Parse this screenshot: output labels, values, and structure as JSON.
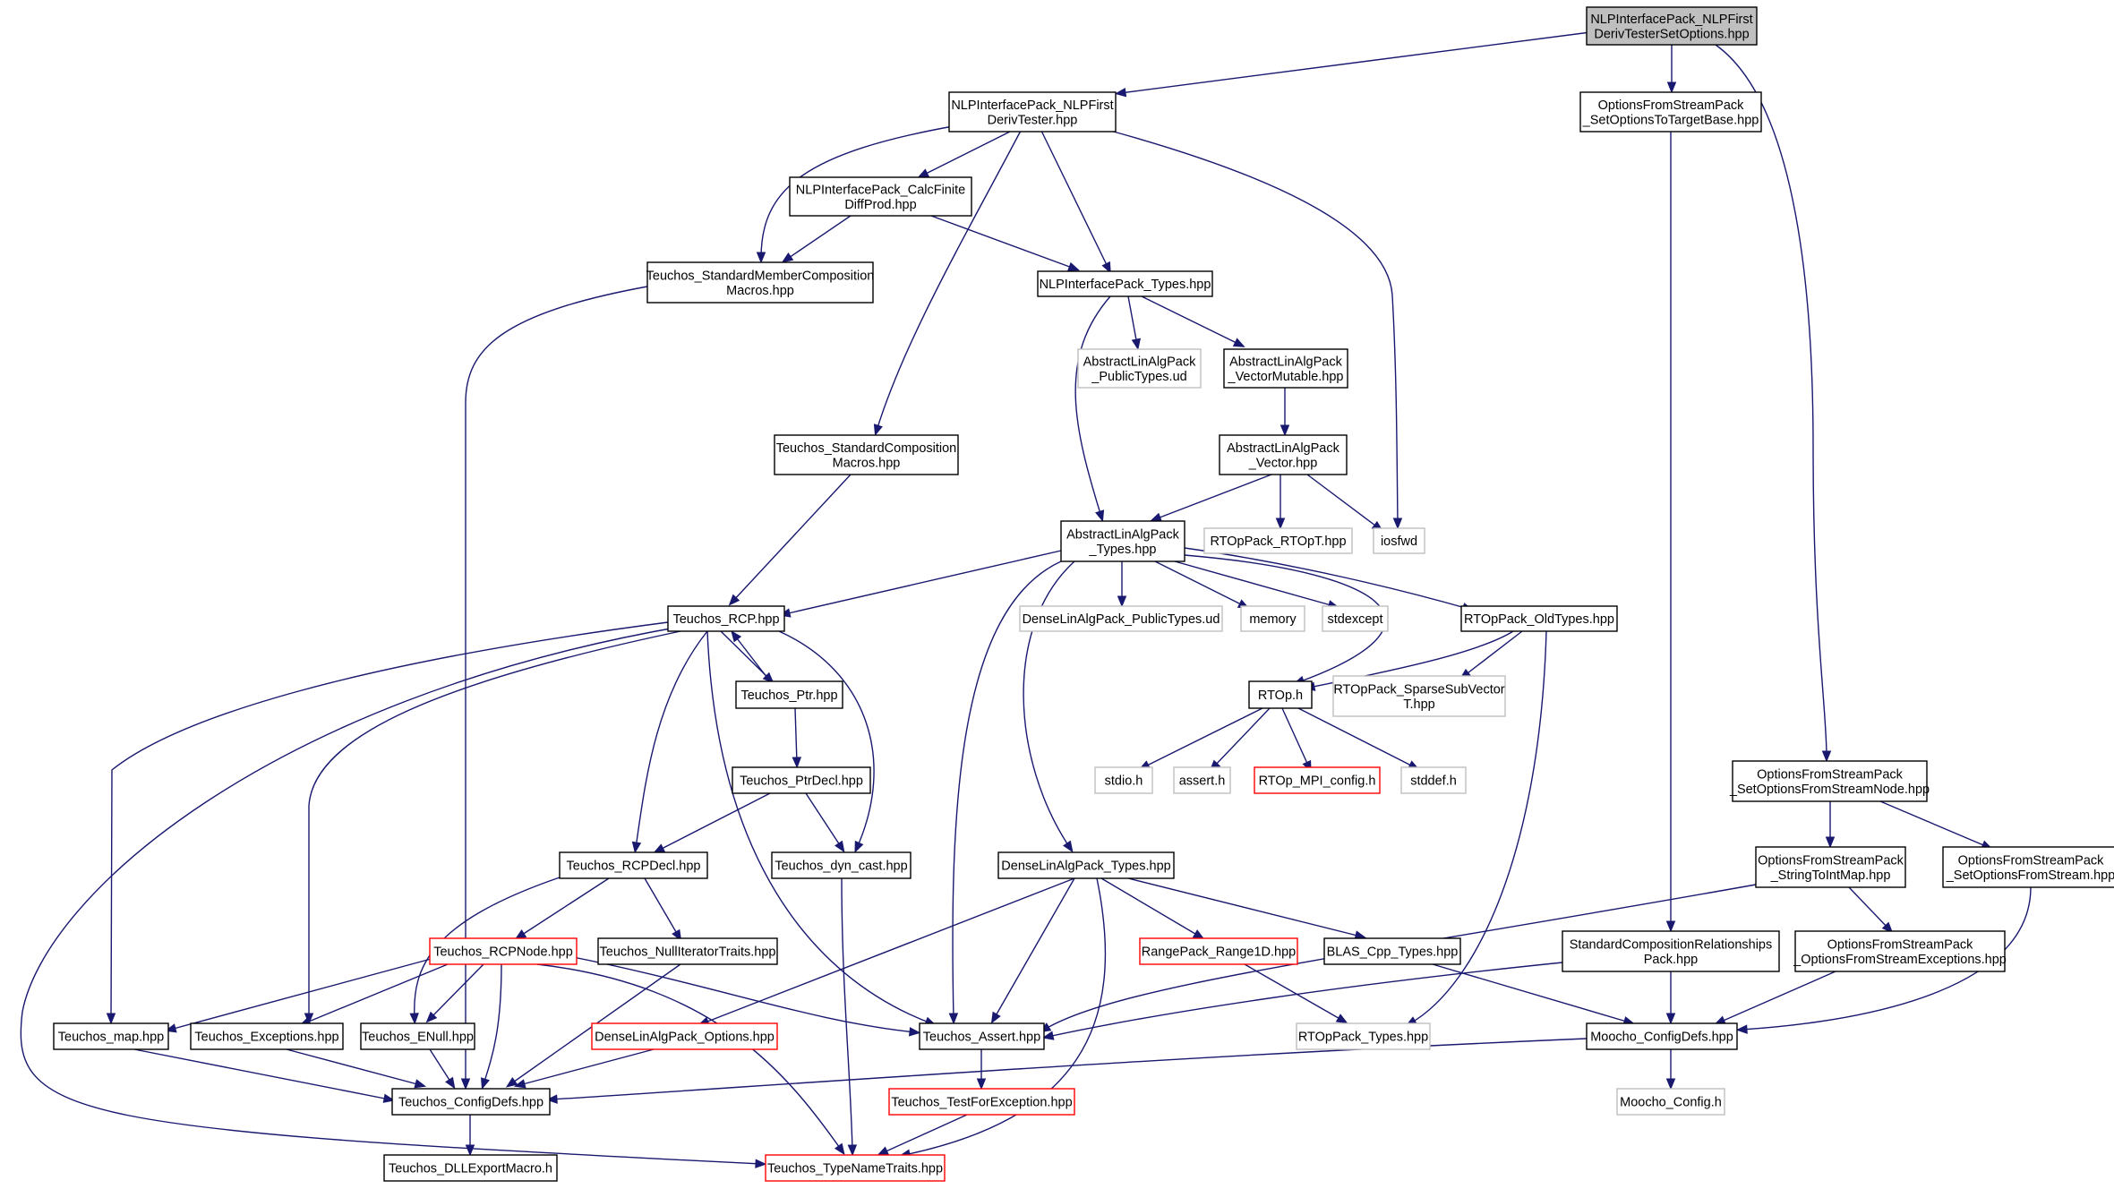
{
  "colors": {
    "edge": "#191970",
    "node_border": "#000000",
    "node_border_missing": "#bfbfbf",
    "node_border_truncated": "#ff0000",
    "root_fill": "#bfbfbf",
    "background": "#ffffff"
  },
  "nodes": [
    {
      "id": "root",
      "kind": "root",
      "lines": [
        "NLPInterfacePack_NLPFirst",
        "DerivTesterSetOptions.hpp"
      ]
    },
    {
      "id": "nlptester",
      "kind": "normal",
      "lines": [
        "NLPInterfacePack_NLPFirst",
        "DerivTester.hpp"
      ]
    },
    {
      "id": "setopttarget",
      "kind": "normal",
      "lines": [
        "OptionsFromStreamPack",
        "_SetOptionsToTargetBase.hpp"
      ]
    },
    {
      "id": "calcfinite",
      "kind": "normal",
      "lines": [
        "NLPInterfacePack_CalcFinite",
        "DiffProd.hpp"
      ]
    },
    {
      "id": "stdmember",
      "kind": "normal",
      "lines": [
        "Teuchos_StandardMemberComposition",
        "Macros.hpp"
      ]
    },
    {
      "id": "nlptypes",
      "kind": "normal",
      "lines": [
        "NLPInterfacePack_Types.hpp"
      ]
    },
    {
      "id": "alapublic",
      "kind": "missing",
      "lines": [
        "AbstractLinAlgPack",
        "_PublicTypes.ud"
      ]
    },
    {
      "id": "alavecmut",
      "kind": "normal",
      "lines": [
        "AbstractLinAlgPack",
        "_VectorMutable.hpp"
      ]
    },
    {
      "id": "stdcomp",
      "kind": "normal",
      "lines": [
        "Teuchos_StandardComposition",
        "Macros.hpp"
      ]
    },
    {
      "id": "alavector",
      "kind": "normal",
      "lines": [
        "AbstractLinAlgPack",
        "_Vector.hpp"
      ]
    },
    {
      "id": "alatypes",
      "kind": "normal",
      "lines": [
        "AbstractLinAlgPack",
        "_Types.hpp"
      ]
    },
    {
      "id": "rtoptt",
      "kind": "missing",
      "lines": [
        "RTOpPack_RTOpT.hpp"
      ]
    },
    {
      "id": "iosfwd",
      "kind": "missing",
      "lines": [
        "iosfwd"
      ]
    },
    {
      "id": "rcp",
      "kind": "normal",
      "lines": [
        "Teuchos_RCP.hpp"
      ]
    },
    {
      "id": "dlapublic",
      "kind": "missing",
      "lines": [
        "DenseLinAlgPack_PublicTypes.ud"
      ]
    },
    {
      "id": "memory",
      "kind": "missing",
      "lines": [
        "memory"
      ]
    },
    {
      "id": "stdexcept",
      "kind": "missing",
      "lines": [
        "stdexcept"
      ]
    },
    {
      "id": "oldtypes",
      "kind": "normal",
      "lines": [
        "RTOpPack_OldTypes.hpp"
      ]
    },
    {
      "id": "ptr",
      "kind": "normal",
      "lines": [
        "Teuchos_Ptr.hpp"
      ]
    },
    {
      "id": "rtoph",
      "kind": "normal",
      "lines": [
        "RTOp.h"
      ]
    },
    {
      "id": "sparsesub",
      "kind": "missing",
      "lines": [
        "RTOpPack_SparseSubVector",
        "T.hpp"
      ]
    },
    {
      "id": "setoptnode",
      "kind": "normal",
      "lines": [
        "OptionsFromStreamPack",
        "_SetOptionsFromStreamNode.hpp"
      ]
    },
    {
      "id": "stdio",
      "kind": "missing",
      "lines": [
        "stdio.h"
      ]
    },
    {
      "id": "assert",
      "kind": "missing",
      "lines": [
        "assert.h"
      ]
    },
    {
      "id": "mpiconfig",
      "kind": "truncated",
      "lines": [
        "RTOp_MPI_config.h"
      ]
    },
    {
      "id": "stddef",
      "kind": "missing",
      "lines": [
        "stddef.h"
      ]
    },
    {
      "id": "ptrdecl",
      "kind": "normal",
      "lines": [
        "Teuchos_PtrDecl.hpp"
      ]
    },
    {
      "id": "rcpdecl",
      "kind": "normal",
      "lines": [
        "Teuchos_RCPDecl.hpp"
      ]
    },
    {
      "id": "dyncast",
      "kind": "normal",
      "lines": [
        "Teuchos_dyn_cast.hpp"
      ]
    },
    {
      "id": "dlatypes",
      "kind": "normal",
      "lines": [
        "DenseLinAlgPack_Types.hpp"
      ]
    },
    {
      "id": "strtoint",
      "kind": "normal",
      "lines": [
        "OptionsFromStreamPack",
        "_StringToIntMap.hpp"
      ]
    },
    {
      "id": "setoptstream",
      "kind": "normal",
      "lines": [
        "OptionsFromStreamPack",
        "_SetOptionsFromStream.hpp"
      ]
    },
    {
      "id": "rcpnode",
      "kind": "truncated",
      "lines": [
        "Teuchos_RCPNode.hpp"
      ]
    },
    {
      "id": "nulliter",
      "kind": "normal",
      "lines": [
        "Teuchos_NullIteratorTraits.hpp"
      ]
    },
    {
      "id": "range1d",
      "kind": "truncated",
      "lines": [
        "RangePack_Range1D.hpp"
      ]
    },
    {
      "id": "blascpp",
      "kind": "normal",
      "lines": [
        "BLAS_Cpp_Types.hpp"
      ]
    },
    {
      "id": "stdcomprel",
      "kind": "normal",
      "lines": [
        "StandardCompositionRelationships",
        "Pack.hpp"
      ]
    },
    {
      "id": "optexceptions",
      "kind": "normal",
      "lines": [
        "OptionsFromStreamPack",
        "_OptionsFromStreamExceptions.hpp"
      ]
    },
    {
      "id": "map",
      "kind": "normal",
      "lines": [
        "Teuchos_map.hpp"
      ]
    },
    {
      "id": "exceptions",
      "kind": "normal",
      "lines": [
        "Teuchos_Exceptions.hpp"
      ]
    },
    {
      "id": "enull",
      "kind": "normal",
      "lines": [
        "Teuchos_ENull.hpp"
      ]
    },
    {
      "id": "dlaoptions",
      "kind": "truncated",
      "lines": [
        "DenseLinAlgPack_Options.hpp"
      ]
    },
    {
      "id": "tassert",
      "kind": "normal",
      "lines": [
        "Teuchos_Assert.hpp"
      ]
    },
    {
      "id": "rtoptypes",
      "kind": "missing",
      "lines": [
        "RTOpPack_Types.hpp"
      ]
    },
    {
      "id": "moochoconfigdefs",
      "kind": "normal",
      "lines": [
        "Moocho_ConfigDefs.hpp"
      ]
    },
    {
      "id": "configdefs",
      "kind": "normal",
      "lines": [
        "Teuchos_ConfigDefs.hpp"
      ]
    },
    {
      "id": "testforexc",
      "kind": "truncated",
      "lines": [
        "Teuchos_TestForException.hpp"
      ]
    },
    {
      "id": "moochoconfig",
      "kind": "missing",
      "lines": [
        "Moocho_Config.h"
      ]
    },
    {
      "id": "dllexport",
      "kind": "normal",
      "lines": [
        "Teuchos_DLLExportMacro.h"
      ]
    },
    {
      "id": "typename",
      "kind": "truncated",
      "lines": [
        "Teuchos_TypeNameTraits.hpp"
      ]
    }
  ],
  "edges": [
    [
      "root",
      "nlptester"
    ],
    [
      "root",
      "setopttarget"
    ],
    [
      "root",
      "setoptnode"
    ],
    [
      "nlptester",
      "calcfinite"
    ],
    [
      "nlptester",
      "stdmember"
    ],
    [
      "nlptester",
      "nlptypes"
    ],
    [
      "nlptester",
      "stdcomp"
    ],
    [
      "nlptester",
      "iosfwd"
    ],
    [
      "setopttarget",
      "stdcomprel"
    ],
    [
      "calcfinite",
      "stdmember"
    ],
    [
      "calcfinite",
      "nlptypes"
    ],
    [
      "stdmember",
      "configdefs"
    ],
    [
      "nlptypes",
      "alapublic"
    ],
    [
      "nlptypes",
      "alavecmut"
    ],
    [
      "nlptypes",
      "alatypes"
    ],
    [
      "alavecmut",
      "alavector"
    ],
    [
      "stdcomp",
      "rcp"
    ],
    [
      "alavector",
      "alatypes"
    ],
    [
      "alavector",
      "rtoptt"
    ],
    [
      "alavector",
      "iosfwd"
    ],
    [
      "alatypes",
      "rcp"
    ],
    [
      "alatypes",
      "dlapublic"
    ],
    [
      "alatypes",
      "memory"
    ],
    [
      "alatypes",
      "stdexcept"
    ],
    [
      "alatypes",
      "oldtypes"
    ],
    [
      "alatypes",
      "rtoph"
    ],
    [
      "alatypes",
      "dlatypes"
    ],
    [
      "alatypes",
      "tassert"
    ],
    [
      "rcp",
      "ptr"
    ],
    [
      "rcp",
      "dyncast"
    ],
    [
      "rcp",
      "rcpdecl"
    ],
    [
      "rcp",
      "map"
    ],
    [
      "rcp",
      "exceptions"
    ],
    [
      "rcp",
      "tassert"
    ],
    [
      "rcp",
      "typename"
    ],
    [
      "ptr",
      "rcp"
    ],
    [
      "ptr",
      "ptrdecl"
    ],
    [
      "ptrdecl",
      "rcpdecl"
    ],
    [
      "ptrdecl",
      "dyncast"
    ],
    [
      "oldtypes",
      "rtoph"
    ],
    [
      "oldtypes",
      "sparsesub"
    ],
    [
      "oldtypes",
      "rtoptypes"
    ],
    [
      "rtoph",
      "stdio"
    ],
    [
      "rtoph",
      "assert"
    ],
    [
      "rtoph",
      "mpiconfig"
    ],
    [
      "rtoph",
      "stddef"
    ],
    [
      "rcpdecl",
      "rcpnode"
    ],
    [
      "rcpdecl",
      "nulliter"
    ],
    [
      "rcpdecl",
      "enull"
    ],
    [
      "dyncast",
      "typename"
    ],
    [
      "dlatypes",
      "range1d"
    ],
    [
      "dlatypes",
      "blascpp"
    ],
    [
      "dlatypes",
      "dlaoptions"
    ],
    [
      "dlatypes",
      "tassert"
    ],
    [
      "dlatypes",
      "typename"
    ],
    [
      "setoptnode",
      "strtoint"
    ],
    [
      "setoptnode",
      "setoptstream"
    ],
    [
      "strtoint",
      "optexceptions"
    ],
    [
      "strtoint",
      "tassert"
    ],
    [
      "setoptstream",
      "moochoconfigdefs"
    ],
    [
      "rcpnode",
      "map"
    ],
    [
      "rcpnode",
      "exceptions"
    ],
    [
      "rcpnode",
      "enull"
    ],
    [
      "rcpnode",
      "configdefs"
    ],
    [
      "rcpnode",
      "tassert"
    ],
    [
      "rcpnode",
      "typename"
    ],
    [
      "nulliter",
      "configdefs"
    ],
    [
      "range1d",
      "rtoptypes"
    ],
    [
      "blascpp",
      "moochoconfigdefs"
    ],
    [
      "stdcomprel",
      "tassert"
    ],
    [
      "stdcomprel",
      "moochoconfigdefs"
    ],
    [
      "optexceptions",
      "moochoconfigdefs"
    ],
    [
      "map",
      "configdefs"
    ],
    [
      "exceptions",
      "configdefs"
    ],
    [
      "enull",
      "configdefs"
    ],
    [
      "dlaoptions",
      "configdefs"
    ],
    [
      "tassert",
      "testforexc"
    ],
    [
      "moochoconfigdefs",
      "configdefs"
    ],
    [
      "moochoconfigdefs",
      "moochoconfig"
    ],
    [
      "configdefs",
      "dllexport"
    ],
    [
      "testforexc",
      "typename"
    ]
  ]
}
